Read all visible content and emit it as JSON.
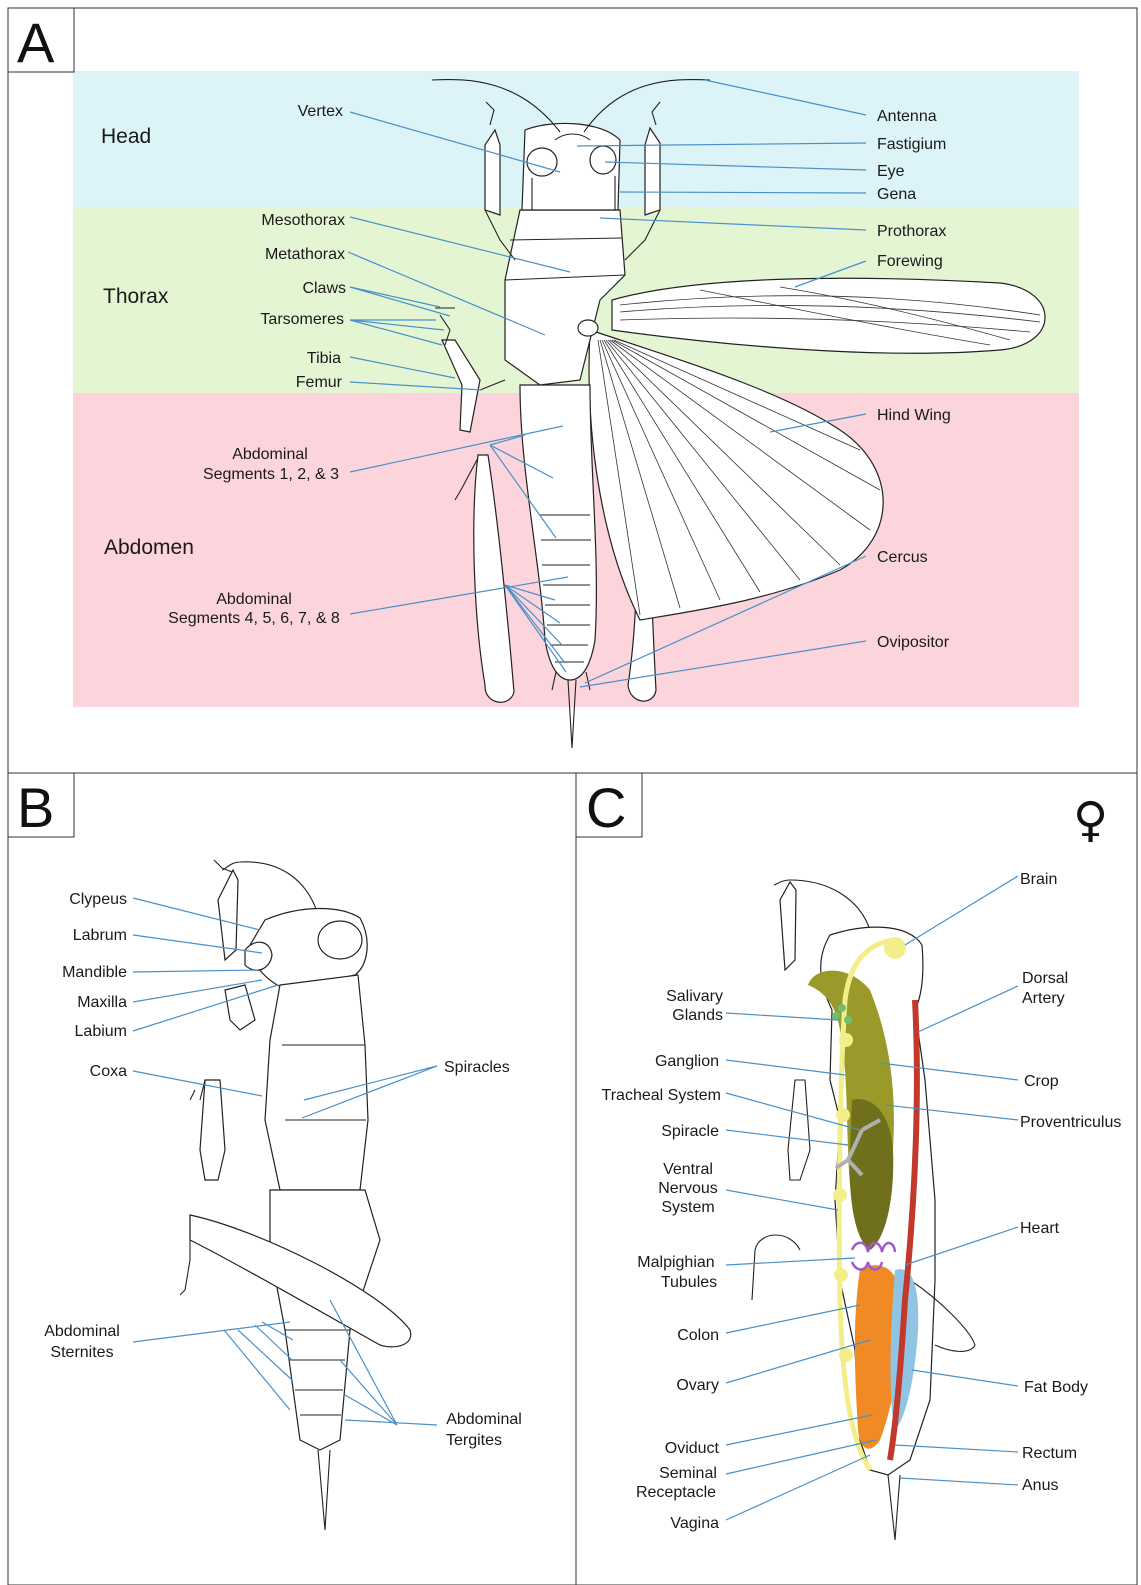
{
  "panels": [
    {
      "letter": "A"
    },
    {
      "letter": "B"
    },
    {
      "letter": "C",
      "sex_symbol": "♀"
    }
  ],
  "regions": {
    "head": {
      "label": "Head",
      "color": "#dcf3f7"
    },
    "thorax": {
      "label": "Thorax",
      "color": "#e4f5d4"
    },
    "abdomen": {
      "label": "Abdomen",
      "color": "#fcd4dc"
    }
  },
  "leader_color": "#4a90c8",
  "panel_a_labels": {
    "vertex": "Vertex",
    "mesothorax": "Mesothorax",
    "metathorax": "Metathorax",
    "claws": "Claws",
    "tarsomeres": "Tarsomeres",
    "tibia": "Tibia",
    "femur": "Femur",
    "abd123_line1": "Abdominal",
    "abd123_line2": "Segments 1, 2, & 3",
    "abd45678_line1": "Abdominal",
    "abd45678_line2": "Segments 4, 5, 6, 7, & 8",
    "antenna": "Antenna",
    "fastigium": "Fastigium",
    "eye": "Eye",
    "gena": "Gena",
    "prothorax": "Prothorax",
    "forewing": "Forewing",
    "hind_wing": "Hind Wing",
    "cercus": "Cercus",
    "ovipositor": "Ovipositor"
  },
  "panel_b_labels": {
    "clypeus": "Clypeus",
    "labrum": "Labrum",
    "mandible": "Mandible",
    "maxilla": "Maxilla",
    "labium": "Labium",
    "coxa": "Coxa",
    "spiracles": "Spiracles",
    "sternites_line1": "Abdominal",
    "sternites_line2": "Sternites",
    "tergites_line1": "Abdominal",
    "tergites_line2": "Tergites"
  },
  "panel_c_labels": {
    "salivary_line1": "Salivary",
    "salivary_line2": "Glands",
    "ganglion": "Ganglion",
    "tracheal": "Tracheal System",
    "spiracle": "Spiracle",
    "vns_line1": "Ventral",
    "vns_line2": "Nervous",
    "vns_line3": "System",
    "malpighian_line1": "Malpighian",
    "malpighian_line2": "Tubules",
    "colon": "Colon",
    "ovary": "Ovary",
    "oviduct": "Oviduct",
    "seminal_line1": "Seminal",
    "seminal_line2": "Receptacle",
    "vagina": "Vagina",
    "brain": "Brain",
    "dorsal_line1": "Dorsal",
    "dorsal_line2": "Artery",
    "crop": "Crop",
    "proventriculus": "Proventriculus",
    "heart": "Heart",
    "fat_body": "Fat Body",
    "rectum": "Rectum",
    "anus": "Anus"
  },
  "organ_colors": {
    "brain_nerve": "#f3ee8a",
    "crop": "#9a9a2a",
    "proventriculus": "#6f6f1c",
    "dorsal_artery": "#c0392b",
    "salivary": "#6fbf73",
    "malpighian": "#a25ac8",
    "ovary": "#f08a24",
    "fat_body": "#8fc4e3",
    "trachea": "#b0b0b0"
  }
}
